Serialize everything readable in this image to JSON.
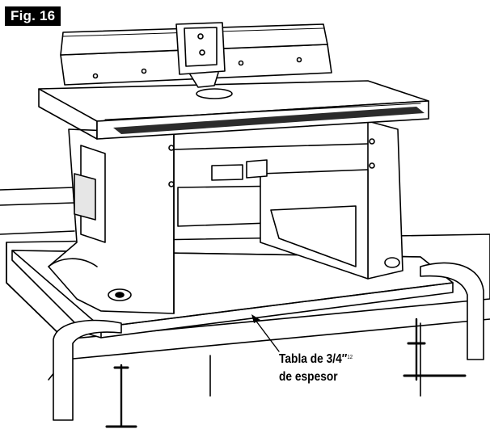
{
  "figure": {
    "label": "Fig. 16"
  },
  "callout": {
    "line1_main": "Tabla de 3/4",
    "line1_mark": "″",
    "line1_sup": "12",
    "line2": "de espesor"
  },
  "colors": {
    "ink": "#000000",
    "paper": "#ffffff",
    "shade": "#6f6f6f"
  }
}
